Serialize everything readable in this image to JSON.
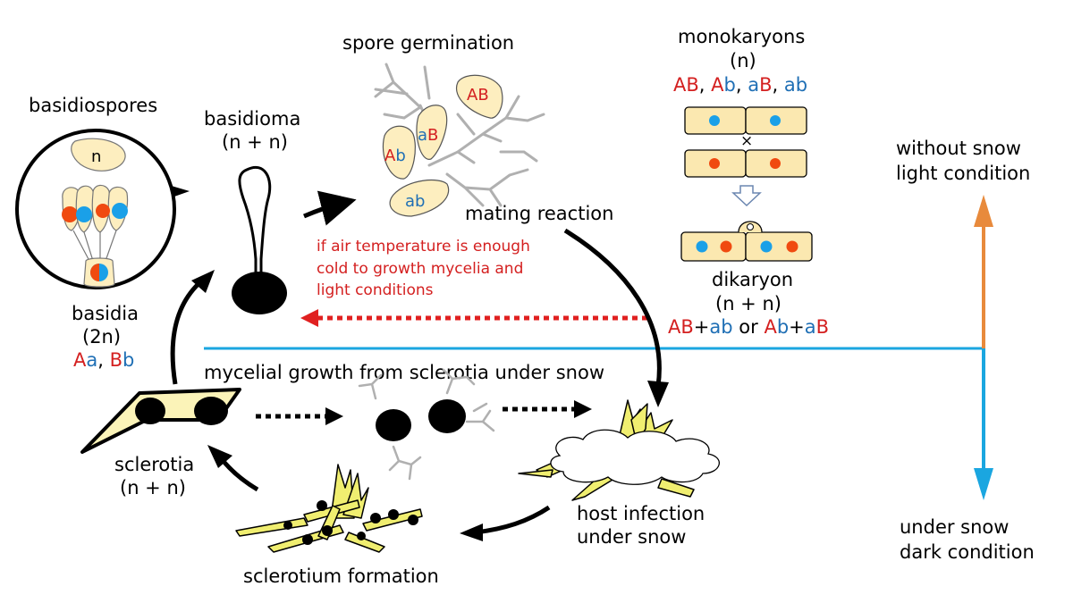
{
  "labels": {
    "basidiospores": "basidiospores",
    "spore_n": "n",
    "basidiome_title": "basidioma",
    "basidiome_ploidy": "(n + n)",
    "spore_germination": "spore germination",
    "monokaryons_title": "monokaryons",
    "monokaryons_ploidy": "(n)",
    "times": "×",
    "dikaryon_title": "dikaryon",
    "dikaryon_ploidy": "(n + n)",
    "or": "or",
    "mating_reaction": "mating reaction",
    "condition_note_1": "if air temperature is enough",
    "condition_note_2": "cold to growth mycelia and",
    "condition_note_3": "light conditions",
    "basidia_title": "basidia",
    "basidia_ploidy": "(2n)",
    "mycelial_growth": "mycelial growth from sclerotia under snow",
    "sclerotia_title": "sclerotia",
    "sclerotia_ploidy": "(n + n)",
    "host_infection_1": "host infection",
    "host_infection_2": "under snow",
    "sclerotium_formation": "sclerotium formation",
    "without_snow_1": "without snow",
    "without_snow_2": "light condition",
    "under_snow_1": "under snow",
    "under_snow_2": "dark condition"
  },
  "alleles": {
    "A": "A",
    "a": "a",
    "B": "B",
    "b": "b",
    "AB": "AB",
    "Ab": "Ab",
    "aB": "aB",
    "ab": "ab",
    "sep": ", ",
    "plus": "+"
  },
  "colors": {
    "red_allele": "#d42020",
    "blue_allele": "#1f6fb5",
    "nucleus_red": "#f04a10",
    "nucleus_blue": "#1aa0e8",
    "cell_fill": "#fbe8b0",
    "spore_fill": "#fdeebf",
    "arrow_black": "#000000",
    "arrow_red_dotted": "#e02020",
    "note_red": "#d42020",
    "divider_blue": "#1aa6e0",
    "arrow_orange": "#e88a3c",
    "arrow_blue": "#1aa6e0",
    "mycelium_grey": "#b0b0b0",
    "grass_yellow": "#f0ee70"
  }
}
